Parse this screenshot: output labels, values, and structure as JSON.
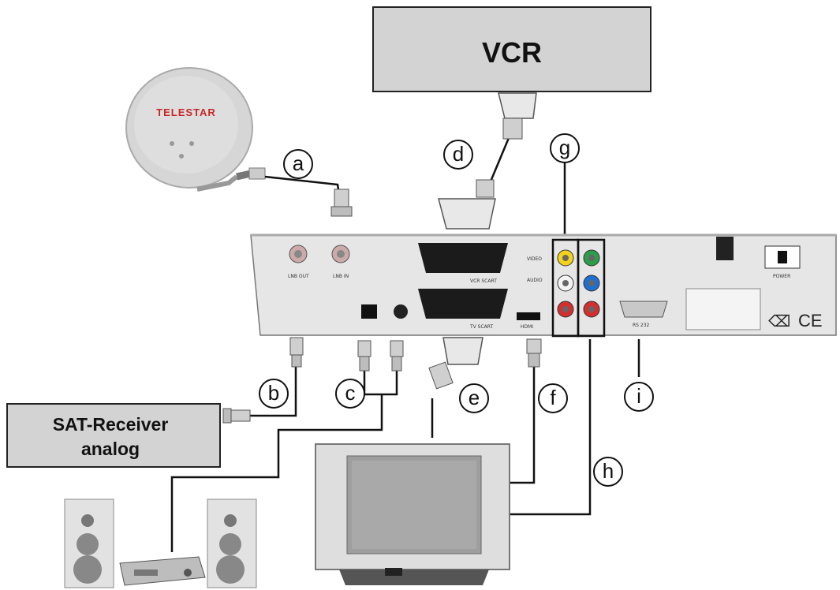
{
  "boxes": {
    "vcr": "VCR",
    "sat_receiver_line1": "SAT-Receiver",
    "sat_receiver_line2": "analog"
  },
  "dish_brand": "TELESTAR",
  "connection_labels": [
    "a",
    "b",
    "c",
    "d",
    "e",
    "f",
    "g",
    "h",
    "i"
  ],
  "panel_labels": {
    "lnb_out": "LNB OUT",
    "lnb_in": "LNB IN",
    "vcr_scart": "VCR SCART",
    "tv_scart": "TV SCART",
    "video": "VIDEO",
    "audio": "AUDIO",
    "hdmi": "HDMI",
    "rs232": "RS 232",
    "power": "POWER",
    "ce": "CE"
  },
  "colors": {
    "box_fill": "#d3d3d3",
    "box_stroke": "#222222",
    "cable": "#111111",
    "panel": "#e6e6e6",
    "rca_yellow": "#f2d21b",
    "rca_white": "#f4f4f4",
    "rca_red": "#d32f2f",
    "rca_green": "#2e9d4a",
    "rca_blue": "#1f6fd1",
    "brand_red": "#c62828"
  }
}
